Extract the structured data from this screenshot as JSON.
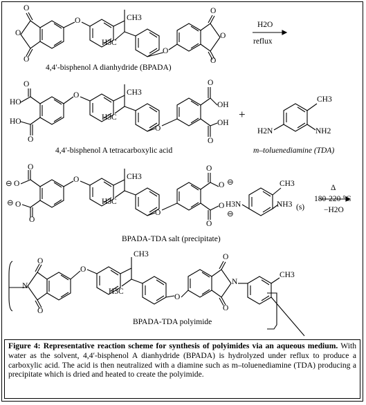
{
  "scheme": {
    "step1": {
      "reagent": "H2O",
      "condition": "reflux",
      "name": "4,4′-bisphenol A dianhydride (BPADA)"
    },
    "step2": {
      "acid_name": "4,4′-bisphenol A tetracarboxylic acid",
      "plus": "+",
      "diamine_name": "m–toluenediamine (TDA)"
    },
    "step3": {
      "salt_name": "BPADA-TDA salt (precipitate)",
      "state": "(s)",
      "heat_symbol": "Δ",
      "temperature": "180-220 °C",
      "byproduct": "−H2O"
    },
    "step4": {
      "polymer_name": "BPADA-TDA polyimide"
    },
    "atoms": {
      "O": "O",
      "N": "N",
      "OH": "OH",
      "HO": "HO",
      "CH3": "CH3",
      "H3C": "H3C",
      "H2N": "H2N",
      "NH2": "NH2",
      "H3N": "H3N",
      "NH3": "NH3",
      "minus": "⊖"
    }
  },
  "caption": {
    "label": "Figure 4: Representative reaction scheme for synthesis of polyimides via an aqueous medium.",
    "text": " With water as the solvent, 4,4′-bisphenol A dianhydride (BPADA) is hydrolyzed under reflux to produce a carboxylic acid. The acid is then neutralized with a diamine such as m–toluenediamine (TDA) producing a precipitate which is dried and heated to create the polyimide."
  }
}
